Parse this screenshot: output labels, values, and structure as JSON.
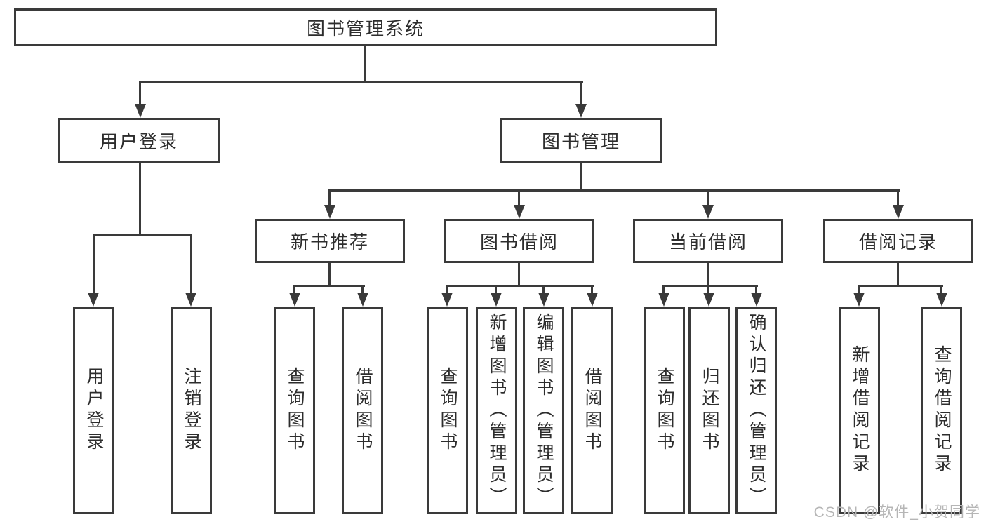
{
  "tree": {
    "root": {
      "label": "图书管理系统"
    },
    "branches": [
      {
        "label": "用户登录",
        "children": [
          {
            "label": "用户登录"
          },
          {
            "label": "注销登录"
          }
        ]
      },
      {
        "label": "图书管理",
        "children": [
          {
            "label": "新书推荐",
            "children": [
              {
                "label": "查询图书"
              },
              {
                "label": "借阅图书"
              }
            ]
          },
          {
            "label": "图书借阅",
            "children": [
              {
                "label": "查询图书"
              },
              {
                "label": "新增图书（管理员）"
              },
              {
                "label": "编辑图书（管理员）"
              },
              {
                "label": "借阅图书"
              }
            ]
          },
          {
            "label": "当前借阅",
            "children": [
              {
                "label": "查询图书"
              },
              {
                "label": "归还图书"
              },
              {
                "label": "确认归还（管理员）"
              }
            ]
          },
          {
            "label": "借阅记录",
            "children": [
              {
                "label": "新增借阅记录"
              },
              {
                "label": "查询借阅记录"
              }
            ]
          }
        ]
      }
    ]
  },
  "watermark": "CSDN @软件_小贺同学",
  "colors": {
    "line": "#3a3a3a",
    "text": "#2d2d2d",
    "watermark": "#b6b6b6",
    "background": "#ffffff"
  }
}
